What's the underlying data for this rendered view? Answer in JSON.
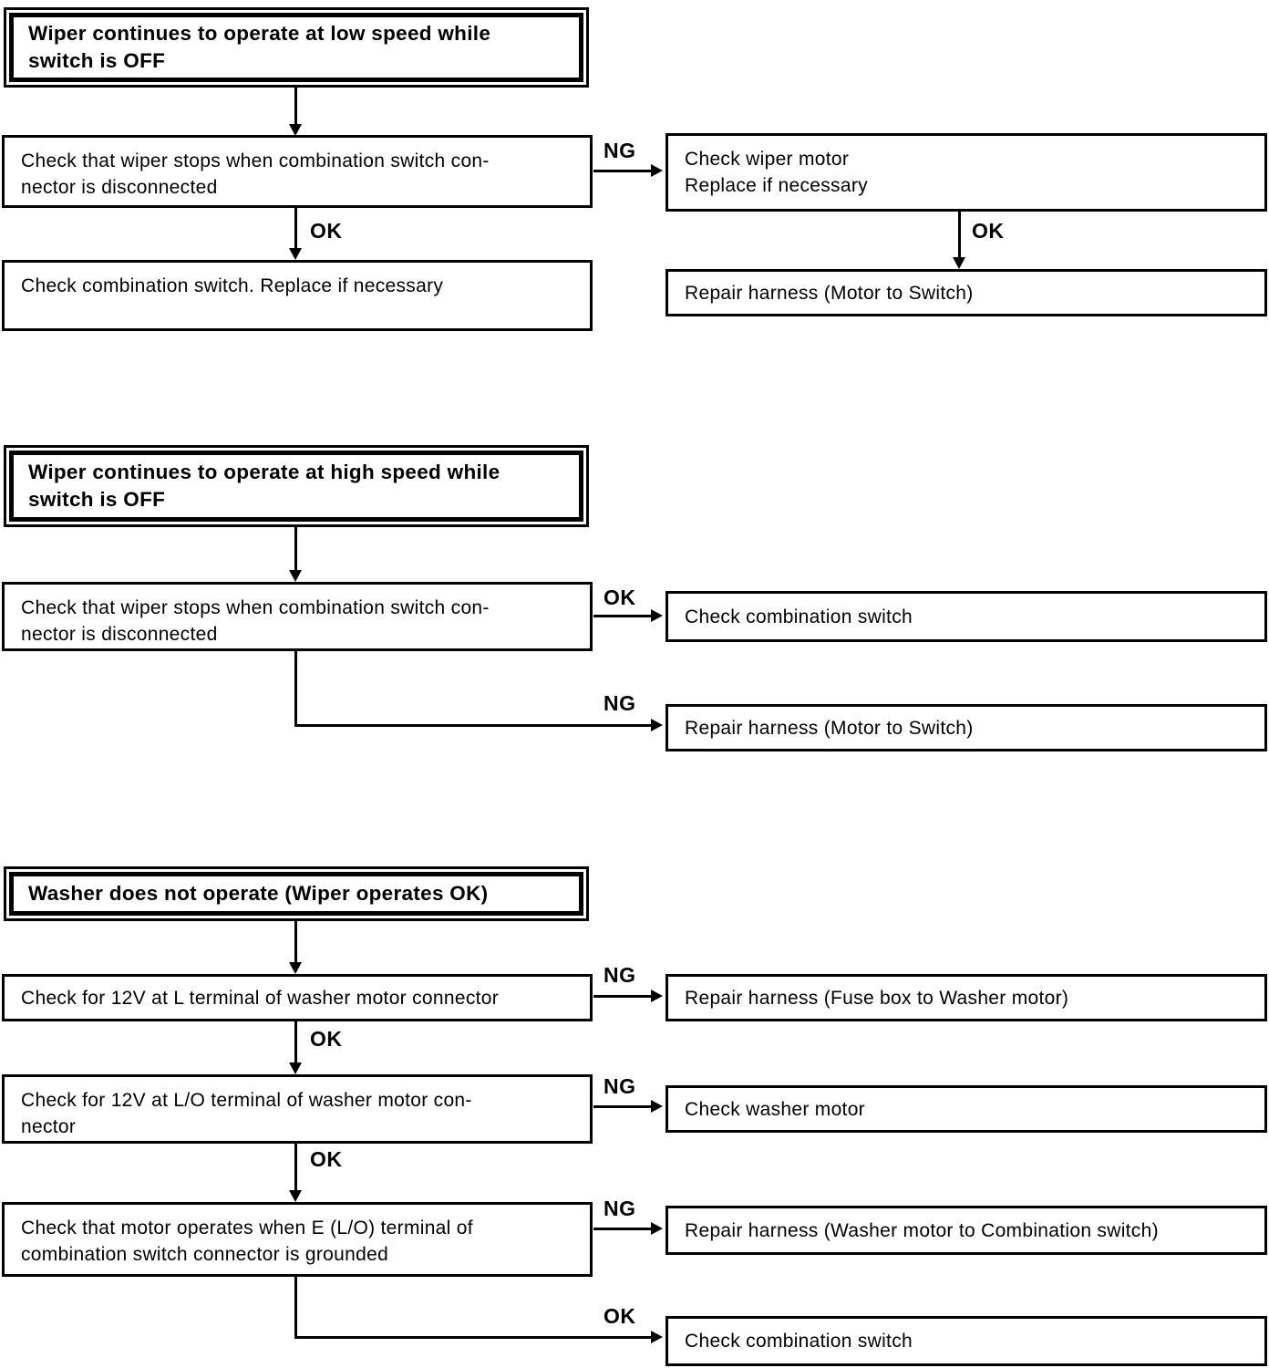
{
  "labels": {
    "ok": "OK",
    "ng": "NG"
  },
  "colors": {
    "ink": "#000000",
    "paper": "#ffffff"
  },
  "sections": {
    "low_speed": {
      "title_lines": [
        "Wiper continues to operate at low speed while",
        "switch is OFF"
      ],
      "check_stops_lines": [
        "Check that wiper stops when combination switch con-",
        "nector is disconnected"
      ],
      "check_combo": "Check combination switch. Replace if necessary",
      "check_motor_lines": [
        "Check wiper motor",
        "Replace if necessary"
      ],
      "repair_harness": "Repair harness (Motor to Switch)"
    },
    "high_speed": {
      "title_lines": [
        "Wiper continues to operate at high speed while",
        "switch is OFF"
      ],
      "check_stops_lines": [
        "Check that wiper stops when combination switch con-",
        "nector is disconnected"
      ],
      "check_combo": "Check combination switch",
      "repair_harness": "Repair harness (Motor to Switch)"
    },
    "washer": {
      "title": "Washer does not operate (Wiper operates OK)",
      "check_12v_l": "Check for 12V at L terminal of washer motor connector",
      "repair_fuse": "Repair harness (Fuse box to Washer motor)",
      "check_12v_lo_lines": [
        "Check for 12V at L/O terminal of washer motor con-",
        "nector"
      ],
      "check_washer_motor": "Check washer motor",
      "check_ground_lines": [
        "Check that motor operates when E (L/O) terminal of",
        "combination switch connector is grounded"
      ],
      "repair_washer_combo": "Repair harness (Washer motor to Combination switch)",
      "check_combo": "Check combination switch"
    }
  }
}
